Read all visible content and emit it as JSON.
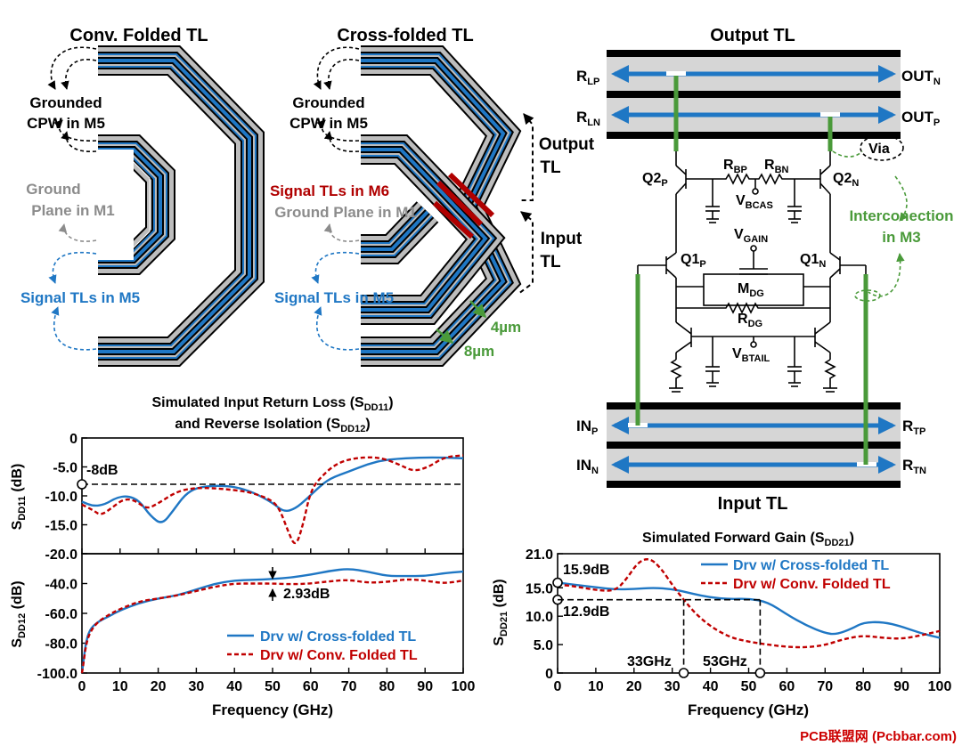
{
  "panels": {
    "conv_title": "Conv. Folded TL",
    "cross_title": "Cross-folded TL",
    "out_title": "Output TL",
    "in_title": "Input TL"
  },
  "conv": {
    "gcpw_1": "Grounded",
    "gcpw_2": "CPW in M5",
    "gnd_1": "Ground",
    "gnd_2": "Plane in M1",
    "sig": "Signal TLs in M5"
  },
  "cross": {
    "gcpw_1": "Grounded",
    "gcpw_2": "CPW in M5",
    "sig_m6": "Signal TLs in M6",
    "gnd": "Ground Plane in M1",
    "sig": "Signal TLs in M5",
    "out_1": "Output",
    "out_2": "TL",
    "in_1": "Input",
    "in_2": "TL",
    "dim_4": "4µm",
    "dim_8": "8µm"
  },
  "schem": {
    "rlp": "R",
    "rlp_sub": "LP",
    "rln": "R",
    "rln_sub": "LN",
    "outn": "OUT",
    "outn_sub": "N",
    "outp": "OUT",
    "outp_sub": "P",
    "via": "Via",
    "q2p": "Q2",
    "q2p_sub": "P",
    "q2n": "Q2",
    "q2n_sub": "N",
    "rbp": "R",
    "rbp_sub": "BP",
    "rbn": "R",
    "rbn_sub": "BN",
    "vbcas": "V",
    "vbcas_sub": "BCAS",
    "vgain": "V",
    "vgain_sub": "GAIN",
    "q1p": "Q1",
    "q1p_sub": "P",
    "q1n": "Q1",
    "q1n_sub": "N",
    "mdg": "M",
    "mdg_sub": "DG",
    "rdg": "R",
    "rdg_sub": "DG",
    "vbtail": "V",
    "vbtail_sub": "BTAIL",
    "inter_1": "Interconection",
    "inter_2": "in M3",
    "inp": "IN",
    "inp_sub": "P",
    "inn": "IN",
    "inn_sub": "N",
    "rtp": "R",
    "rtp_sub": "TP",
    "rtn": "R",
    "rtn_sub": "TN"
  },
  "chart1": {
    "title_1": "Simulated Input Return Loss (S",
    "title_1_sub": "DD11",
    "title_1_end": ")",
    "title_2": "and Reverse Isolation (S",
    "title_2_sub": "DD12",
    "title_2_end": ")",
    "ylabel_top": "S",
    "ylabel_top_sub": "DD11",
    "ylabel_top_end": " (dB)",
    "ylabel_bot": "S",
    "ylabel_bot_sub": "DD12",
    "ylabel_bot_end": " (dB)",
    "xlabel": "Frequency (GHz)",
    "ann_8db": "-8dB",
    "ann_293": "2.93dB",
    "legend_cross": "Drv w/ Cross-folded TL",
    "legend_conv": "Drv w/ Conv. Folded TL"
  },
  "chart2": {
    "title": "Simulated Forward Gain (S",
    "title_sub": "DD21",
    "title_end": ")",
    "ylabel": "S",
    "ylabel_sub": "DD21",
    "ylabel_end": " (dB)",
    "xlabel": "Frequency (GHz)",
    "ann_159": "15.9dB",
    "ann_129": "12.9dB",
    "ann_33": "33GHz",
    "ann_53": "53GHz",
    "legend_cross": "Drv w/ Cross-folded TL",
    "legend_conv": "Drv w/ Conv. Folded TL"
  },
  "watermark": "PCB联盟网 (Pcbbar.com)",
  "colors": {
    "blue": "#1f77c4",
    "red": "#c00000",
    "green": "#4a9a3a",
    "gray": "#8c8c8c"
  },
  "chart_data": [
    {
      "type": "line",
      "title": "Simulated Input Return Loss (SDD11)",
      "xlabel": "Frequency (GHz)",
      "ylabel": "SDD11 (dB)",
      "xlim": [
        0,
        100
      ],
      "ylim": [
        -20,
        0
      ],
      "xticks": [
        0,
        10,
        20,
        30,
        40,
        50,
        60,
        70,
        80,
        90,
        100
      ],
      "yticks": [
        0,
        -5.0,
        -10.0,
        -15.0,
        -20.0
      ],
      "ytick_labels": [
        "0",
        "-5.0",
        "-10.0",
        "-15.0",
        "-20.0"
      ],
      "reference_line": -8,
      "legend": "bottom-right",
      "series": [
        {
          "name": "Drv w/ Cross-folded TL",
          "style": "solid",
          "color": "#1f77c4",
          "x": [
            0,
            3,
            6,
            9,
            12,
            15,
            18,
            21,
            24,
            27,
            30,
            35,
            40,
            45,
            50,
            53,
            56,
            59,
            62,
            65,
            70,
            75,
            80,
            90,
            100
          ],
          "y": [
            -11,
            -11.8,
            -11.5,
            -10.3,
            -10.0,
            -10.8,
            -13.5,
            -15.0,
            -12.5,
            -9.8,
            -8.6,
            -8.2,
            -8.4,
            -9.4,
            -11.2,
            -12.8,
            -12.2,
            -10.5,
            -8.6,
            -7.0,
            -5.8,
            -4.5,
            -3.7,
            -3.3,
            -3.5
          ]
        },
        {
          "name": "Drv w/ Conv. Folded TL",
          "style": "dashed",
          "color": "#c00000",
          "x": [
            0,
            3,
            5,
            8,
            11,
            14,
            17,
            20,
            25,
            30,
            35,
            40,
            45,
            50,
            52,
            54,
            56,
            58,
            60,
            63,
            67,
            72,
            78,
            83,
            87,
            91,
            95,
            100
          ],
          "y": [
            -11.5,
            -12.5,
            -13.4,
            -12.0,
            -10.5,
            -10.8,
            -12.3,
            -11.3,
            -9.2,
            -8.6,
            -8.7,
            -9.0,
            -9.5,
            -10.8,
            -12.5,
            -16.0,
            -19.0,
            -15.0,
            -9.0,
            -6.5,
            -4.3,
            -3.4,
            -3.3,
            -4.5,
            -5.8,
            -5.0,
            -3.3,
            -3.0
          ]
        }
      ]
    },
    {
      "type": "line",
      "ylabel": "SDD12 (dB)",
      "xlabel": "Frequency (GHz)",
      "xlim": [
        0,
        100
      ],
      "ylim": [
        -100,
        -20
      ],
      "xticks": [
        0,
        10,
        20,
        30,
        40,
        50,
        60,
        70,
        80,
        90,
        100
      ],
      "yticks": [
        -20,
        -40.0,
        -60.0,
        -80.0,
        -100.0
      ],
      "ytick_labels": [
        "",
        "-40.0",
        "-60.0",
        "-80.0",
        "-100.0"
      ],
      "annotation": "2.93dB at 50GHz",
      "legend": "bottom-right",
      "series": [
        {
          "name": "Drv w/ Cross-folded TL",
          "style": "solid",
          "color": "#1f77c4",
          "x": [
            0,
            0.5,
            1,
            2,
            4,
            7,
            10,
            15,
            20,
            25,
            30,
            35,
            40,
            45,
            50,
            55,
            60,
            65,
            70,
            75,
            80,
            85,
            90,
            95,
            100
          ],
          "y": [
            -100,
            -90,
            -80,
            -71,
            -66,
            -62,
            -58,
            -53,
            -50,
            -48,
            -44,
            -40,
            -38,
            -37.5,
            -37,
            -36,
            -34,
            -31.5,
            -30,
            -32,
            -35,
            -35,
            -35,
            -33,
            -32
          ]
        },
        {
          "name": "Drv w/ Conv. Folded TL",
          "style": "dashed",
          "color": "#c00000",
          "x": [
            0,
            0.5,
            1,
            2,
            4,
            7,
            10,
            15,
            20,
            25,
            30,
            35,
            40,
            45,
            50,
            55,
            60,
            65,
            70,
            75,
            80,
            85,
            90,
            95,
            100
          ],
          "y": [
            -100,
            -92,
            -82,
            -73,
            -66,
            -61,
            -57,
            -52,
            -50,
            -48,
            -45,
            -42,
            -40,
            -40,
            -40,
            -40.5,
            -40,
            -38.5,
            -37.5,
            -39.5,
            -39,
            -37,
            -38,
            -40,
            -38
          ]
        }
      ]
    },
    {
      "type": "line",
      "title": "Simulated Forward Gain (SDD21)",
      "xlabel": "Frequency (GHz)",
      "ylabel": "SDD21 (dB)",
      "xlim": [
        0,
        100
      ],
      "ylim": [
        0,
        21
      ],
      "xticks": [
        0,
        10,
        20,
        30,
        40,
        50,
        60,
        70,
        80,
        90,
        100
      ],
      "yticks": [
        0,
        5.0,
        10.0,
        15.0,
        21.0
      ],
      "ytick_labels": [
        "0",
        "5.0",
        "10.0",
        "15.0",
        "21.0"
      ],
      "annotations": [
        "15.9dB",
        "12.9dB",
        "33GHz",
        "53GHz"
      ],
      "legend": "top-right",
      "series": [
        {
          "name": "Drv w/ Cross-folded TL",
          "style": "solid",
          "color": "#1f77c4",
          "x": [
            0,
            5,
            10,
            15,
            20,
            25,
            30,
            35,
            40,
            45,
            50,
            55,
            60,
            65,
            70,
            73,
            77,
            80,
            85,
            90,
            95,
            100
          ],
          "y": [
            15.9,
            15.5,
            15.1,
            14.7,
            14.8,
            15.0,
            14.8,
            14.0,
            13.3,
            13.0,
            13.1,
            12.5,
            10.3,
            8.4,
            7.0,
            6.8,
            7.8,
            8.9,
            9.0,
            8.2,
            7.0,
            6.2
          ]
        },
        {
          "name": "Drv w/ Conv. Folded TL",
          "style": "dashed",
          "color": "#c00000",
          "x": [
            0,
            5,
            10,
            15,
            18,
            21,
            24,
            27,
            30,
            33,
            36,
            40,
            45,
            50,
            55,
            60,
            65,
            70,
            75,
            80,
            85,
            90,
            95,
            100
          ],
          "y": [
            15.6,
            15.2,
            14.6,
            14.4,
            16.5,
            19.5,
            20.3,
            18.5,
            15.5,
            12.9,
            10.5,
            8.2,
            6.3,
            5.5,
            5.0,
            4.6,
            4.5,
            4.9,
            6.0,
            6.6,
            6.2,
            6.0,
            6.6,
            7.4
          ]
        }
      ]
    }
  ]
}
